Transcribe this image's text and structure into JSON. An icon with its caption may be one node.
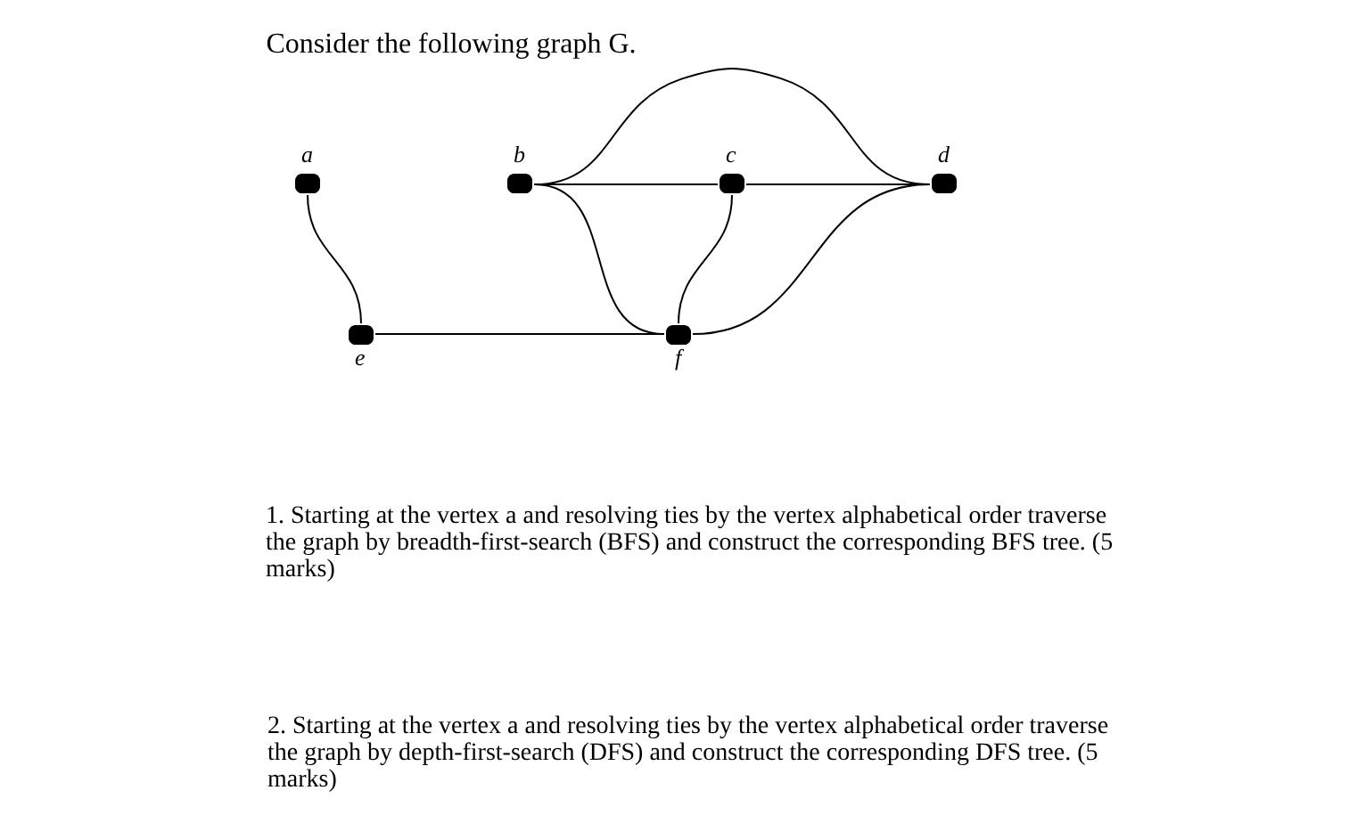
{
  "diagram": {
    "title": "Consider the following graph G.",
    "nodes": [
      {
        "text": [
          "a"
        ]
      },
      {
        "text": [
          "b"
        ]
      },
      {
        "text": [
          "c"
        ]
      },
      {
        "text": [
          "d"
        ]
      },
      {
        "text": [
          "e"
        ]
      },
      {
        "text": [
          "f"
        ]
      }
    ],
    "edges": [
      {
        "from": 0,
        "to": 4,
        "arrow": "none"
      },
      {
        "from": 1,
        "to": 2,
        "arrow": "none"
      },
      {
        "from": 2,
        "to": 3,
        "arrow": "none"
      },
      {
        "from": 1,
        "to": 3,
        "arrow": "none"
      },
      {
        "from": 1,
        "to": 5,
        "arrow": "none"
      },
      {
        "from": 4,
        "to": 5,
        "arrow": "none"
      },
      {
        "from": 2,
        "to": 5,
        "arrow": "none"
      },
      {
        "from": 3,
        "to": 5,
        "arrow": "none"
      }
    ],
    "labels": [
      "1. Starting at the vertex a and resolving ties by the vertex alphabetical order traverse the graph by breadth-first-search (BFS) and construct the corresponding BFS tree. (5 marks)",
      "2. Starting at the vertex a and resolving ties by the vertex alphabetical order traverse the graph by depth-first-search (DFS) and construct the corresponding DFS tree. (5 marks)"
    ]
  }
}
